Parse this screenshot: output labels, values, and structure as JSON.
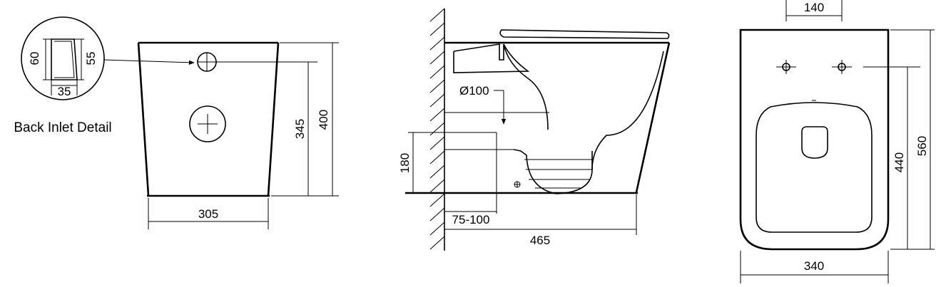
{
  "detail": {
    "label": "Back Inlet Detail",
    "height_outer": "60",
    "height_inner": "55",
    "width": "35"
  },
  "front_view": {
    "width": "305",
    "height_inlet": "345",
    "height_total": "400"
  },
  "side_view": {
    "outlet_diameter": "Ø100",
    "outlet_height": "180",
    "wall_distance": "75-100",
    "depth": "465"
  },
  "top_view": {
    "fixing_spacing": "140",
    "width": "340",
    "length_to_fixing": "440",
    "length_total": "560"
  }
}
